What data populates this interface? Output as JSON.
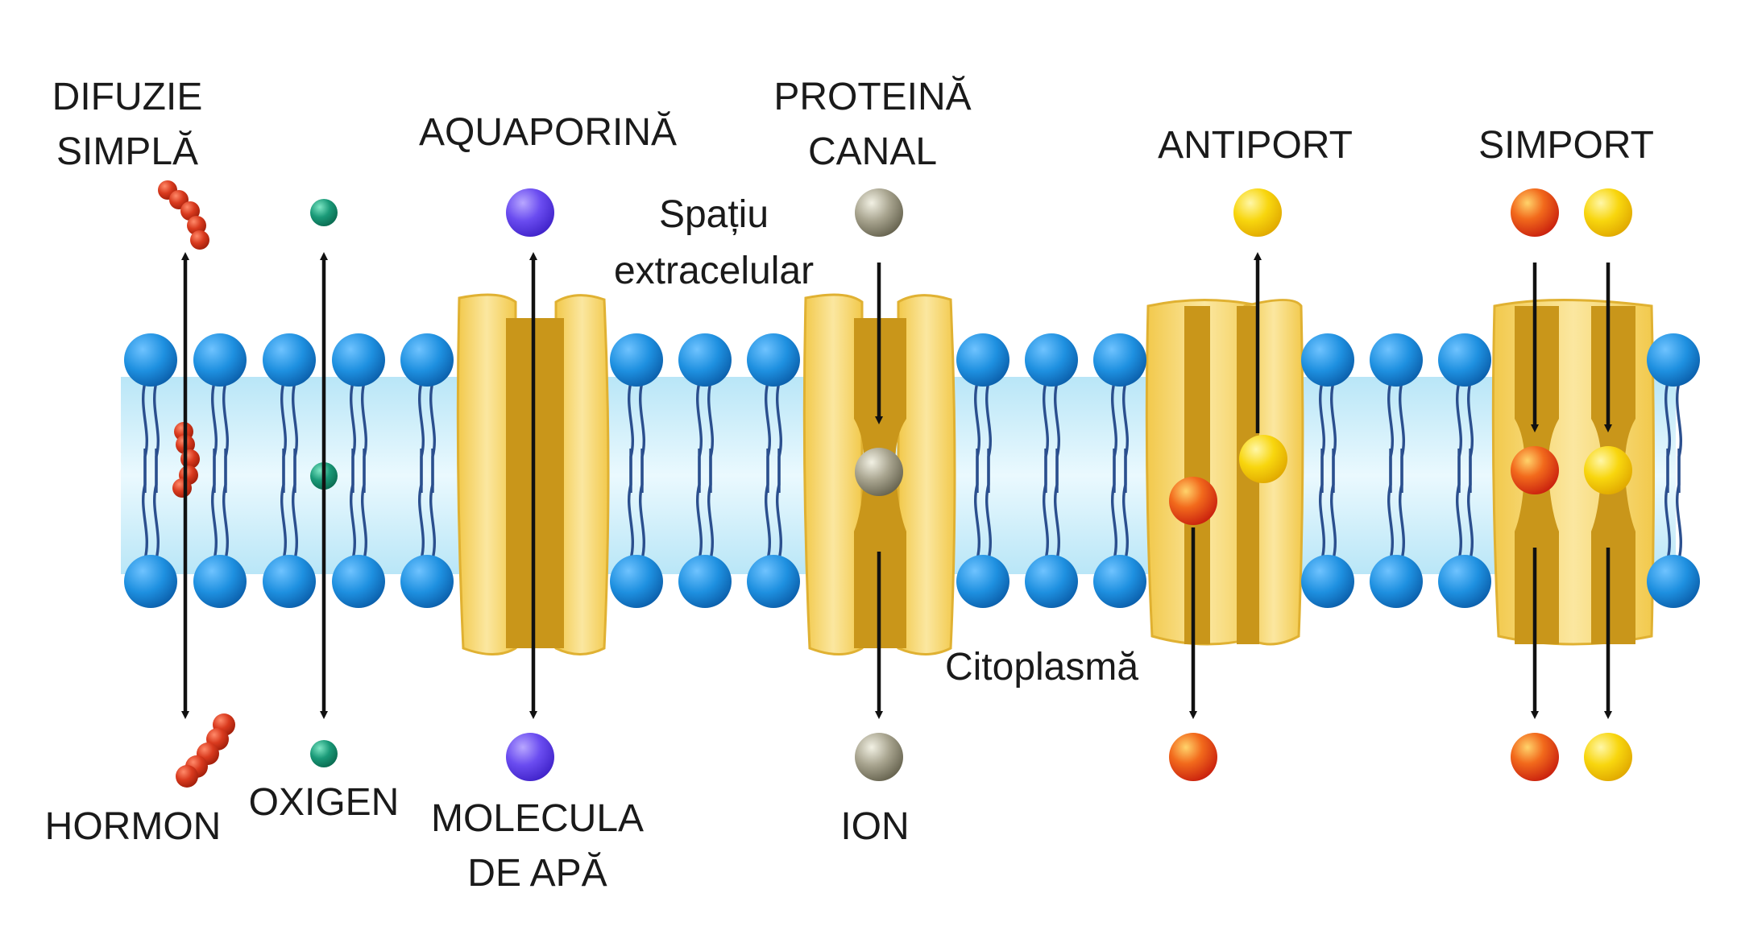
{
  "labels": {
    "simple_diffusion": [
      "DIFUZIE",
      "SIMPLĂ"
    ],
    "aquaporin": "AQUAPORINĂ",
    "channel_protein": [
      "PROTEINĂ",
      "CANAL"
    ],
    "antiport": "ANTIPORT",
    "symport": "SIMPORT",
    "extracellular": [
      "Spațiu",
      "extracelular"
    ],
    "cytoplasm": "Citoplasmă",
    "hormone": "HORMON",
    "oxygen": "OXIGEN",
    "water_molecule": [
      "MOLECULA",
      "DE APĂ"
    ],
    "ion": "ION"
  },
  "colors": {
    "phospholipid_head": "#1e90e0",
    "membrane_interior": "#cdeffb",
    "lipid_tail": "#2b4f8e",
    "protein_body": "#f6d675",
    "protein_channel": "#c9961a",
    "hormone": "#d93a1e",
    "oxygen": "#1a9a78",
    "water": "#6a4cf0",
    "ion": "#8a8670",
    "antiport_red": "#e4451c",
    "antiport_yellow": "#f5cf12",
    "arrow": "#111111"
  }
}
